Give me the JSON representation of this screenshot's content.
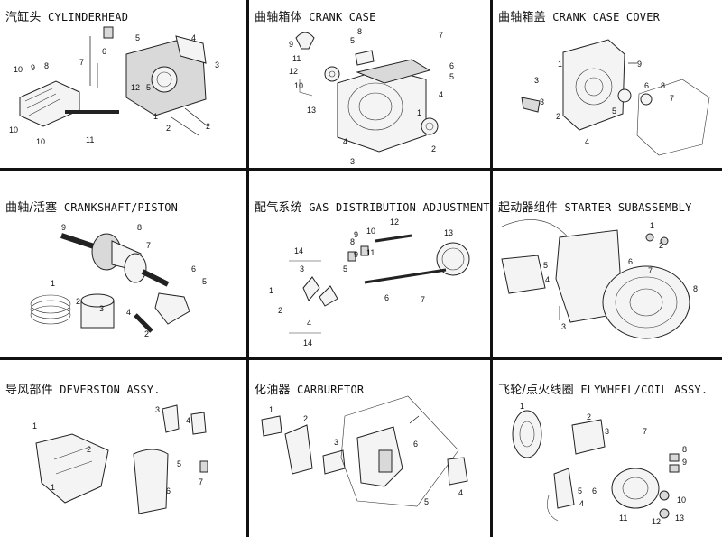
{
  "panels": [
    {
      "cn": "汽缸头",
      "en": "CYLINDERHEAD"
    },
    {
      "cn": "曲轴箱体",
      "en": "CRANK CASE"
    },
    {
      "cn": "曲轴箱盖",
      "en": "CRANK CASE COVER"
    },
    {
      "cn": "曲轴/活塞",
      "en": "CRANKSHAFT/PISTON"
    },
    {
      "cn": "配气系统",
      "en": "GAS DISTRIBUTION ADJUSTMENT"
    },
    {
      "cn": "起动器组件",
      "en": "STARTER SUBASSEMBLY"
    },
    {
      "cn": "导风部件",
      "en": "DEVERSION ASSY."
    },
    {
      "cn": "化油器",
      "en": "CARBURETOR"
    },
    {
      "cn": "飞轮/点火线圈",
      "en": "FLYWHEEL/COIL ASSY."
    }
  ],
  "callouts": {
    "cylinderhead": [
      "1",
      "2",
      "2",
      "3",
      "4",
      "5",
      "6",
      "7",
      "8",
      "9",
      "10",
      "10",
      "10",
      "11",
      "12",
      "5"
    ],
    "crank_case": [
      "1",
      "2",
      "3",
      "4",
      "4",
      "5",
      "6",
      "7",
      "8",
      "9",
      "10",
      "11",
      "12",
      "13",
      "5"
    ],
    "crank_case_cover": [
      "1",
      "2",
      "3",
      "3",
      "4",
      "5",
      "6",
      "7",
      "8",
      "9"
    ],
    "crankshaft_piston": [
      "1",
      "2",
      "2",
      "3",
      "4",
      "5",
      "6",
      "7",
      "8",
      "9"
    ],
    "gas_distribution": [
      "1",
      "2",
      "3",
      "4",
      "5",
      "6",
      "7",
      "8",
      "9",
      "9",
      "10",
      "11",
      "12",
      "13",
      "14",
      "14"
    ],
    "starter": [
      "1",
      "2",
      "3",
      "4",
      "5",
      "6",
      "7",
      "8"
    ],
    "deversion": [
      "1",
      "2",
      "3",
      "4",
      "5",
      "6",
      "7"
    ],
    "carburetor": [
      "1",
      "2",
      "3",
      "4",
      "5",
      "6"
    ],
    "flywheel_coil": [
      "1",
      "2",
      "3",
      "4",
      "5",
      "6",
      "7",
      "8",
      "9",
      "10",
      "11",
      "12",
      "13"
    ]
  }
}
